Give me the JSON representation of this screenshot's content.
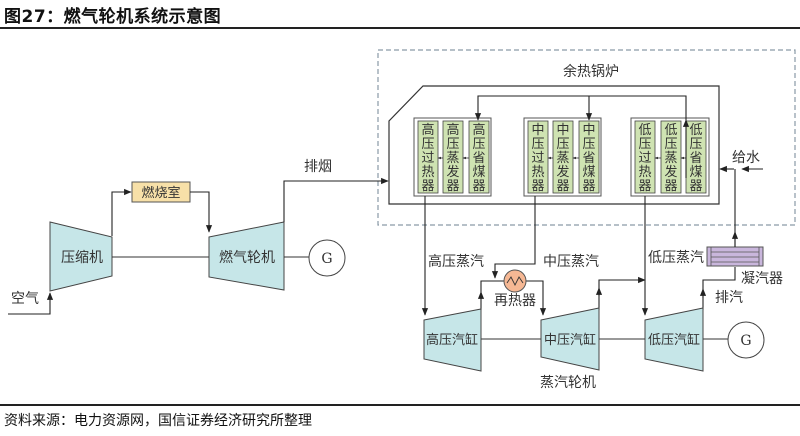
{
  "figure": {
    "title": "图27：燃气轮机系统示意图",
    "source": "资料来源：电力资源网，国信证券经济研究所整理"
  },
  "gas_cycle": {
    "air_label": "空气",
    "compressor_label": "压缩机",
    "combustor_label": "燃烧室",
    "gas_turbine_label": "燃气轮机",
    "generator_label": "G",
    "exhaust_label": "排烟"
  },
  "hrsg": {
    "title": "余热锅炉",
    "feedwater_label": "给水",
    "groups": [
      {
        "name": "high",
        "units": [
          "高压过热器",
          "高压蒸发器",
          "高压省煤器"
        ]
      },
      {
        "name": "mid",
        "units": [
          "中压过热器",
          "中压蒸发器",
          "中压省煤器"
        ]
      },
      {
        "name": "low",
        "units": [
          "低压过热器",
          "低压蒸发器",
          "低压省煤器"
        ]
      }
    ]
  },
  "steam_cycle": {
    "hp_steam_label": "高压蒸汽",
    "ip_steam_label": "中压蒸汽",
    "lp_steam_label": "低压蒸汽",
    "reheater_label": "再热器",
    "condenser_label": "凝汽器",
    "exhaust_label": "排汽",
    "hp_cylinder_label": "高压汽缸",
    "ip_cylinder_label": "中压汽缸",
    "lp_cylinder_label": "低压汽缸",
    "steam_turbine_label": "蒸汽轮机",
    "generator_label": "G"
  },
  "colors": {
    "turbine_fill": "#c6e6e8",
    "combustor_fill": "#f7e0a8",
    "unit_fill": "#cfe3b2",
    "reheater_fill": "#f6b894",
    "condenser_fill": "#c9b6dc",
    "line": "#2a2a2a",
    "dashed": "#8a9aa6"
  }
}
